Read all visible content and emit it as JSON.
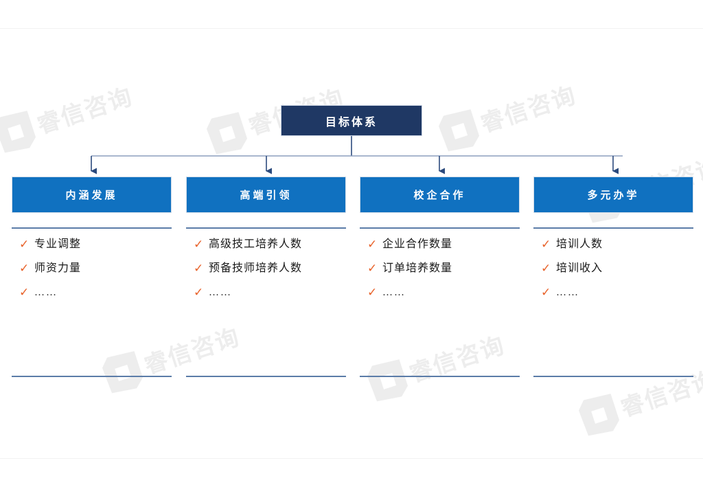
{
  "diagram": {
    "type": "org-tree",
    "root": {
      "label": "目标体系",
      "fill": "#1F3864",
      "text_color": "#FFFFFF"
    },
    "branch_fill": "#1071C0",
    "branch_text_color": "#FFFFFF",
    "check_color": "#E8622A",
    "rule_color": "#5B7CA8",
    "branches": [
      {
        "label": "内涵发展",
        "items": [
          {
            "icon": "check-icon",
            "text": "专业调整"
          },
          {
            "icon": "check-icon",
            "text": "师资力量"
          },
          {
            "icon": "check-icon",
            "text": "……"
          }
        ]
      },
      {
        "label": "高端引领",
        "items": [
          {
            "icon": "check-icon",
            "text": "高级技工培养人数"
          },
          {
            "icon": "check-icon",
            "text": "预备技师培养人数"
          },
          {
            "icon": "check-icon",
            "text": "……"
          }
        ]
      },
      {
        "label": "校企合作",
        "items": [
          {
            "icon": "check-icon",
            "text": "企业合作数量"
          },
          {
            "icon": "check-icon",
            "text": "订单培养数量"
          },
          {
            "icon": "check-icon",
            "text": "……"
          }
        ]
      },
      {
        "label": "多元办学",
        "items": [
          {
            "icon": "check-icon",
            "text": "培训人数"
          },
          {
            "icon": "check-icon",
            "text": "培训收入"
          },
          {
            "icon": "check-icon",
            "text": "……"
          }
        ]
      }
    ]
  },
  "watermark": {
    "text": "睿信咨询",
    "color": "#EDEDED"
  }
}
